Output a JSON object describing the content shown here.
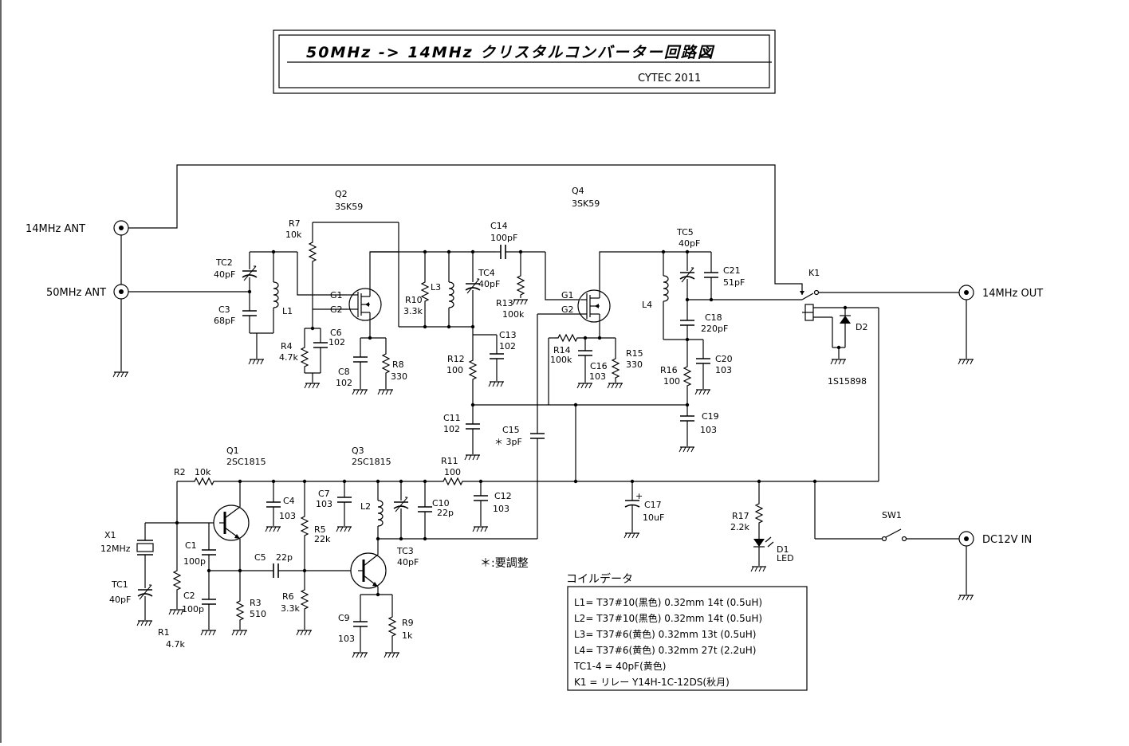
{
  "title": {
    "main": "50MHz  ->  14MHz  クリスタルコンバーター回路図",
    "sub": "CYTEC 2011"
  },
  "ports": {
    "ant14": "14MHz  ANT",
    "ant50": "50MHz  ANT",
    "out14": "14MHz  OUT",
    "dc": "DC12V  IN"
  },
  "components": {
    "Q1": {
      "ref": "Q1",
      "val": "2SC1815"
    },
    "Q2": {
      "ref": "Q2",
      "val": "3SK59"
    },
    "Q3": {
      "ref": "Q3",
      "val": "2SC1815"
    },
    "Q4": {
      "ref": "Q4",
      "val": "3SK59"
    },
    "R1": {
      "ref": "R1",
      "val": "4.7k"
    },
    "R2": {
      "ref": "R2",
      "val": "10k"
    },
    "R3": {
      "ref": "R3",
      "val": "510"
    },
    "R4": {
      "ref": "R4",
      "val": "4.7k"
    },
    "R5": {
      "ref": "R5",
      "val": "22k"
    },
    "R6": {
      "ref": "R6",
      "val": "3.3k"
    },
    "R7": {
      "ref": "R7",
      "val": "10k"
    },
    "R8": {
      "ref": "R8",
      "val": "330"
    },
    "R9": {
      "ref": "R9",
      "val": "1k"
    },
    "R10": {
      "ref": "R10",
      "val": "3.3k"
    },
    "R11": {
      "ref": "R11",
      "val": "100"
    },
    "R12": {
      "ref": "R12",
      "val": "100"
    },
    "R13": {
      "ref": "R13",
      "val": "100k"
    },
    "R14": {
      "ref": "R14",
      "val": "100k"
    },
    "R15": {
      "ref": "R15",
      "val": "330"
    },
    "R16": {
      "ref": "R16",
      "val": "100"
    },
    "R17": {
      "ref": "R17",
      "val": "2.2k"
    },
    "C1": {
      "ref": "C1",
      "val": "100p"
    },
    "C2": {
      "ref": "C2",
      "val": "100p"
    },
    "C3": {
      "ref": "C3",
      "val": "68pF"
    },
    "C4": {
      "ref": "C4",
      "val": "103"
    },
    "C5": {
      "ref": "C5",
      "val": "22p"
    },
    "C6": {
      "ref": "C6",
      "val": "102"
    },
    "C7": {
      "ref": "C7",
      "val": "103"
    },
    "C8": {
      "ref": "C8",
      "val": "102"
    },
    "C9": {
      "ref": "C9",
      "val": "103"
    },
    "C10": {
      "ref": "C10",
      "val": "22p"
    },
    "C11": {
      "ref": "C11",
      "val": "102"
    },
    "C12": {
      "ref": "C12",
      "val": "103"
    },
    "C13": {
      "ref": "C13",
      "val": "102"
    },
    "C14": {
      "ref": "C14",
      "val": "100pF"
    },
    "C15": {
      "ref": "C15",
      "val": "＊ 3pF"
    },
    "C16": {
      "ref": "C16",
      "val": "103"
    },
    "C17": {
      "ref": "C17",
      "val": "10uF"
    },
    "C18": {
      "ref": "C18",
      "val": "220pF"
    },
    "C19": {
      "ref": "C19",
      "val": "103"
    },
    "C20": {
      "ref": "C20",
      "val": "103"
    },
    "C21": {
      "ref": "C21",
      "val": "51pF"
    },
    "TC1": {
      "ref": "TC1",
      "val": "40pF"
    },
    "TC2": {
      "ref": "TC2",
      "val": "40pF"
    },
    "TC3": {
      "ref": "TC3",
      "val": "40pF"
    },
    "TC4": {
      "ref": "TC4",
      "val": "40pF"
    },
    "TC5": {
      "ref": "TC5",
      "val": "40pF"
    },
    "L1": {
      "ref": "L1"
    },
    "L2": {
      "ref": "L2"
    },
    "L3": {
      "ref": "L3"
    },
    "L4": {
      "ref": "L4"
    },
    "X1": {
      "ref": "X1",
      "val": "12MHz"
    },
    "K1": {
      "ref": "K1"
    },
    "D1": {
      "ref": "D1",
      "val": "LED"
    },
    "D2": {
      "ref": "D2",
      "val": "1S15898"
    },
    "SW1": {
      "ref": "SW1"
    }
  },
  "note": "＊:要調整",
  "coil_data": {
    "title": "コイルデータ",
    "lines": [
      "L1= T37#10(黒色)  0.32mm 14t (0.5uH)",
      "L2= T37#10(黒色)  0.32mm 14t (0.5uH)",
      "L3= T37#6(黄色)    0.32mm 13t (0.5uH)",
      "L4= T37#6(黄色)  0.32mm   27t  (2.2uH)",
      "TC1-4 = 40pF(黄色)",
      "K1 =  リレー   Y14H-1C-12DS(秋月)"
    ]
  }
}
